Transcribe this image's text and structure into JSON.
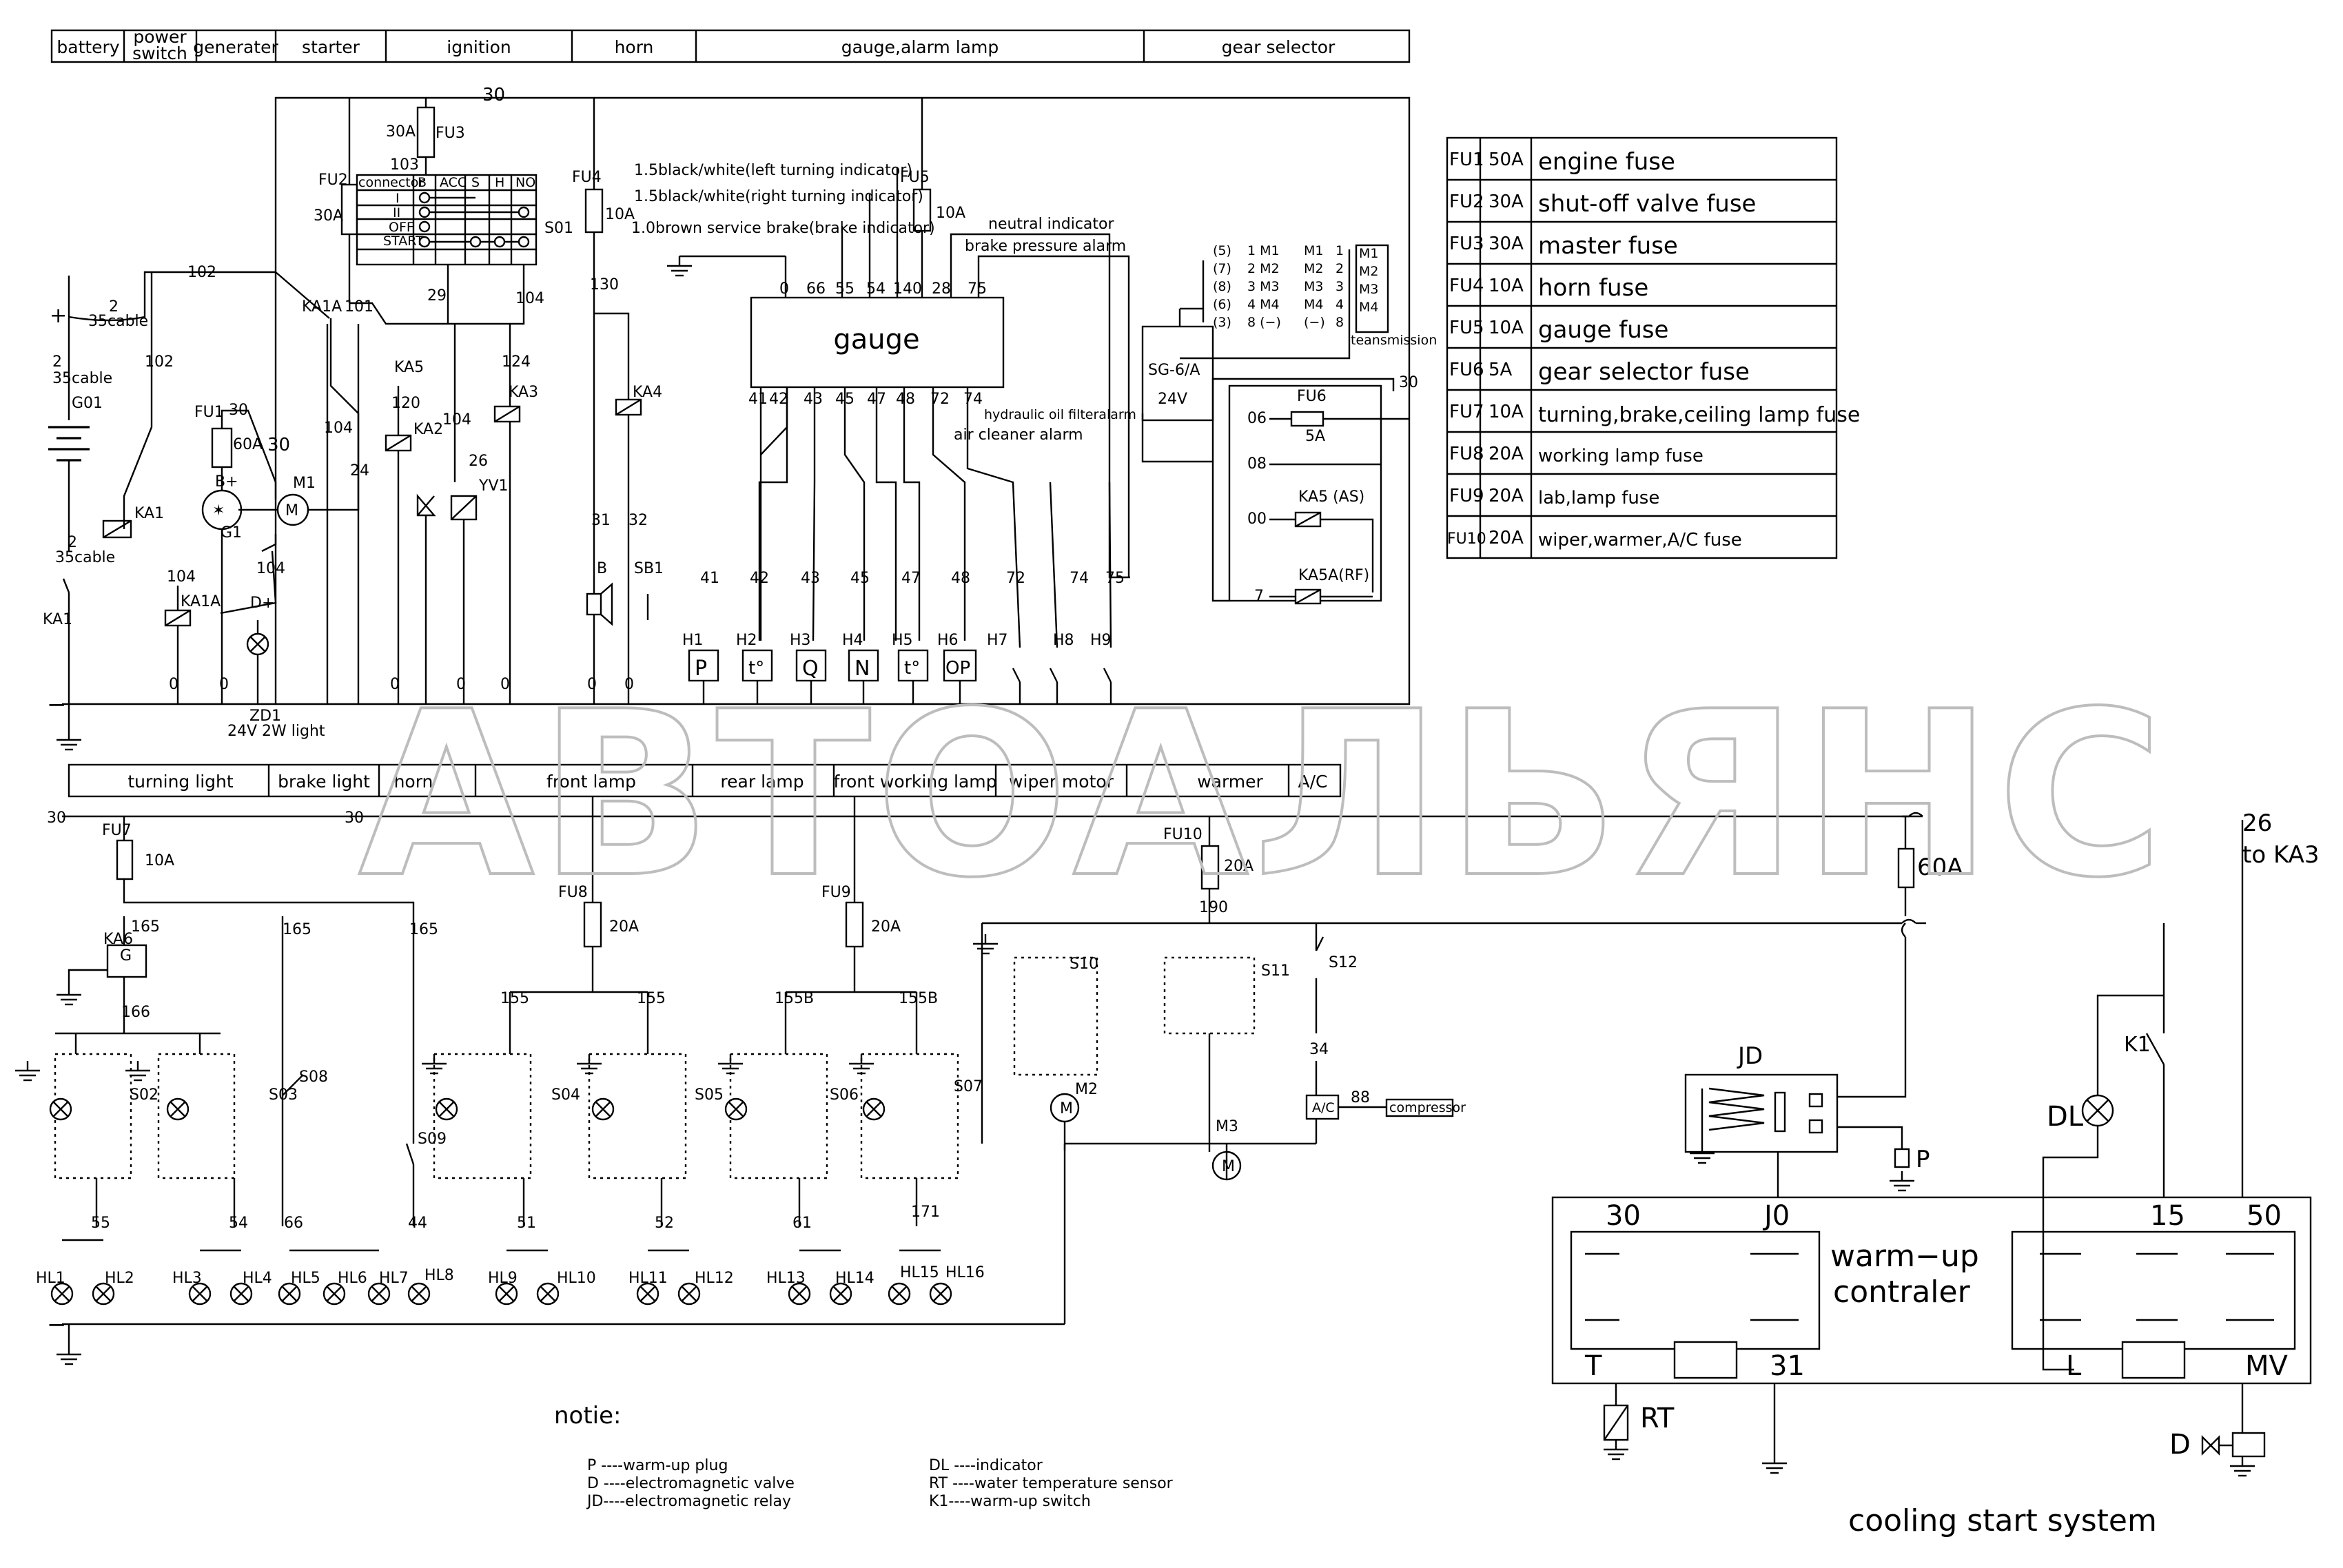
{
  "header_top": [
    "battery",
    "power switch",
    "generater",
    "starter",
    "ignition",
    "horn",
    "gauge,alarm lamp",
    "gear selector"
  ],
  "header_bottom": [
    "turning light",
    "brake light",
    "horn",
    "front lamp",
    "rear lamp",
    "front working lamp",
    "wiper motor",
    "warmer",
    "A/C"
  ],
  "fuse_table": [
    {
      "id": "FU1",
      "rating": "50A",
      "name": "engine fuse"
    },
    {
      "id": "FU2",
      "rating": "30A",
      "name": "shut-off valve fuse"
    },
    {
      "id": "FU3",
      "rating": "30A",
      "name": "master fuse"
    },
    {
      "id": "FU4",
      "rating": "10A",
      "name": "horn fuse"
    },
    {
      "id": "FU5",
      "rating": "10A",
      "name": "gauge fuse"
    },
    {
      "id": "FU6",
      "rating": "5A",
      "name": "gear selector fuse"
    },
    {
      "id": "FU7",
      "rating": "10A",
      "name": "turning,brake,ceiling lamp fuse"
    },
    {
      "id": "FU8",
      "rating": "20A",
      "name": "working lamp fuse"
    },
    {
      "id": "FU9",
      "rating": "20A",
      "name": "lab,lamp fuse"
    },
    {
      "id": "FU10",
      "rating": "20A",
      "name": "wiper,warmer,A/C fuse"
    }
  ],
  "gauge": {
    "label": "gauge",
    "top_pins": [
      "0",
      "66",
      "55",
      "54",
      "140",
      "28",
      "75"
    ],
    "bottom_pins": [
      "41",
      "42",
      "43",
      "45",
      "47",
      "48",
      "72",
      "74"
    ],
    "indicators": [
      "1.5black/white(left turning indicator)",
      "1.5black/white(right turning indicator)",
      "1.0brown service brake(brake indicator)"
    ],
    "neutral": "neutral indicator",
    "brake_pressure": "brake pressure alarm",
    "hydraulic": "hydraulic oil filteralarm",
    "air": "air cleaner alarm"
  },
  "lamps_top": [
    {
      "id": "H1",
      "sym": "P",
      "wire": "41"
    },
    {
      "id": "H2",
      "sym": "t°",
      "wire": "42"
    },
    {
      "id": "H3",
      "sym": "Q",
      "wire": "43"
    },
    {
      "id": "H4",
      "sym": "N",
      "wire": "45"
    },
    {
      "id": "H5",
      "sym": "t°",
      "wire": "47"
    },
    {
      "id": "H6",
      "sym": "OP",
      "wire": "48"
    },
    {
      "id": "H7",
      "sym": "",
      "wire": "72"
    },
    {
      "id": "H8",
      "sym": "",
      "wire": "74"
    },
    {
      "id": "H9",
      "sym": "",
      "wire": "75"
    }
  ],
  "starter_area": {
    "switch_headers": [
      "connector",
      "B",
      "ACC",
      "S",
      "H",
      "NO"
    ],
    "switch_rows": [
      "I",
      "II",
      "OFF",
      "START"
    ],
    "fu3": "FU3",
    "fu3_rating": "30A",
    "fu2": "FU2",
    "fu2_rating": "30A",
    "fu4": "FU4",
    "fu4_rating": "10A",
    "fu5": "FU5",
    "fu5_rating": "10A",
    "fu1": "FU1",
    "fu1_rating": "60A",
    "s01": "S01",
    "w103": "103",
    "w30": "30",
    "w102": "102",
    "w29": "29",
    "w104": "104",
    "w124": "124",
    "w120": "120",
    "w24": "24",
    "w26": "26",
    "w130": "130",
    "w31": "31",
    "w32": "32",
    "w101": "101",
    "ka1a": "KA1A",
    "ka5": "KA5",
    "ka2": "KA2",
    "ka3": "KA3",
    "ka4": "KA4",
    "ka1": "KA1",
    "yv1": "YV1",
    "m1": "M1",
    "g1": "G1",
    "g01": "G01",
    "bplus": "B+",
    "dplus": "D+",
    "cable35": "35cable",
    "w2": "2",
    "plus": "+",
    "minus": "−",
    "b": "B",
    "sb1": "SB1",
    "zd1": "ZD1",
    "zd1_desc": "24V 2W light",
    "zero": "0"
  },
  "gear_selector": {
    "sg": "SG-6/A",
    "volt": "24V",
    "left_pins": [
      "(5)",
      "(7)",
      "(8)",
      "(6)",
      "(3)"
    ],
    "left_m": [
      "1 M1",
      "2 M2",
      "3 M3",
      "4 M4",
      "8 (−)"
    ],
    "right_m": [
      "M1",
      "M2",
      "M3",
      "M4",
      "(−)"
    ],
    "right_n": [
      "1",
      "2",
      "3",
      "4",
      "8"
    ],
    "trans": "teansmission",
    "fu6": "FU6",
    "fu6_rating": "5A",
    "rows": [
      "06",
      "08",
      "00",
      "7"
    ],
    "ka5as": "KA5 (AS)",
    "ka5arf": "KA5A(RF)",
    "w30": "30"
  },
  "lower": {
    "w30a": "30",
    "w30b": "30",
    "fu7": "FU7",
    "fu7_rating": "10A",
    "fu8": "FU8",
    "fu8_rating": "20A",
    "fu9": "FU9",
    "fu9_rating": "20A",
    "fu10": "FU10",
    "fu10_rating": "20A",
    "w165": "165",
    "w166": "166",
    "ka6": "KA6",
    "g": "G",
    "w155": "155",
    "w155b": "155B",
    "w190": "190",
    "w34": "34",
    "w88": "88",
    "ac": "A/C",
    "compressor": "compressor",
    "switches": [
      "S02",
      "S03",
      "S04",
      "S05",
      "S06",
      "S07",
      "S08",
      "S09",
      "S10",
      "S11",
      "S12"
    ],
    "m2": "M2",
    "m3": "M3",
    "w171": "171",
    "lamp_wires": [
      "55",
      "54",
      "66",
      "44",
      "51",
      "52",
      "61",
      "171"
    ],
    "hl": [
      "HL1",
      "HL2",
      "HL3",
      "HL4",
      "HL5",
      "HL6",
      "HL7",
      "HL8",
      "HL9",
      "HL10",
      "HL11",
      "HL12",
      "HL13",
      "HL14",
      "HL15",
      "HL16"
    ]
  },
  "cooling": {
    "fuse": "60A",
    "w26": "26",
    "to_ka3": "to KA3",
    "jd": "JD",
    "k1": "K1",
    "dl": "DL",
    "p": "P",
    "t30": "30",
    "j0": "J0",
    "t15": "15",
    "t50": "50",
    "t": "T",
    "t31": "31",
    "l": "L",
    "mv": "MV",
    "ctrl1": "warm−up",
    "ctrl2": "contraler",
    "rt": "RT",
    "d": "D",
    "title": "cooling start system"
  },
  "notes": {
    "heading": "notie:",
    "left": [
      "P ----warm-up plug",
      "D ----electromagnetic valve",
      "JD----electromagnetic relay"
    ],
    "right": [
      "DL ----indicator",
      "RT ----water temperature sensor",
      "K1----warm-up switch"
    ]
  },
  "watermark": "АВТОАЛЬЯНС"
}
